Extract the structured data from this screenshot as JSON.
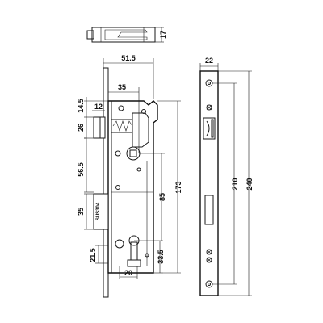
{
  "drawing": {
    "dimensions": {
      "top_depth": "17",
      "body_width": "51.5",
      "backset": "35",
      "faceplate_width": "22",
      "latch_offset": "14.5",
      "latch_width": "12",
      "latch_height": "26",
      "spindle_drop": "56.5",
      "bolt_height": "35",
      "cylinder_offset": "21.5",
      "cylinder_width": "20",
      "cylinder_drop": "33.5",
      "center_distance": "85",
      "body_height": "173",
      "screw_spacing": "210",
      "faceplate_height": "240"
    },
    "stamp": "SUS304"
  }
}
